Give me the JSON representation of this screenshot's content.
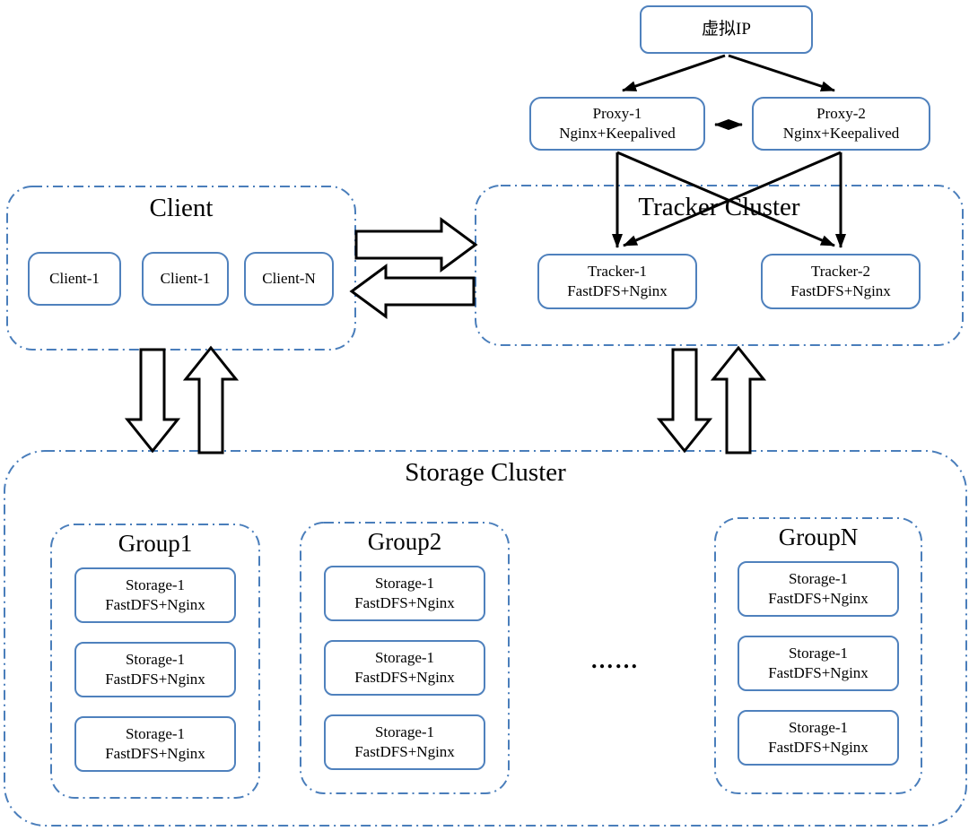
{
  "colors": {
    "box_border": "#4f81bd",
    "cluster_border": "#4a7ebb",
    "arrow": "#000000",
    "background": "#ffffff"
  },
  "diagram": {
    "virtual_ip": {
      "label": "虚拟IP"
    },
    "proxies": [
      {
        "line1": "Proxy-1",
        "line2": "Nginx+Keepalived"
      },
      {
        "line1": "Proxy-2",
        "line2": "Nginx+Keepalived"
      }
    ],
    "client_cluster": {
      "title": "Client",
      "clients": [
        "Client-1",
        "Client-1",
        "Client-N"
      ]
    },
    "tracker_cluster": {
      "title": "Tracker Cluster",
      "trackers": [
        {
          "line1": "Tracker-1",
          "line2": "FastDFS+Nginx"
        },
        {
          "line1": "Tracker-2",
          "line2": "FastDFS+Nginx"
        }
      ]
    },
    "storage_cluster": {
      "title": "Storage Cluster",
      "ellipsis": "……",
      "groups": [
        {
          "title": "Group1",
          "nodes": [
            {
              "line1": "Storage-1",
              "line2": "FastDFS+Nginx"
            },
            {
              "line1": "Storage-1",
              "line2": "FastDFS+Nginx"
            },
            {
              "line1": "Storage-1",
              "line2": "FastDFS+Nginx"
            }
          ]
        },
        {
          "title": "Group2",
          "nodes": [
            {
              "line1": "Storage-1",
              "line2": "FastDFS+Nginx"
            },
            {
              "line1": "Storage-1",
              "line2": "FastDFS+Nginx"
            },
            {
              "line1": "Storage-1",
              "line2": "FastDFS+Nginx"
            }
          ]
        },
        {
          "title": "GroupN",
          "nodes": [
            {
              "line1": "Storage-1",
              "line2": "FastDFS+Nginx"
            },
            {
              "line1": "Storage-1",
              "line2": "FastDFS+Nginx"
            },
            {
              "line1": "Storage-1",
              "line2": "FastDFS+Nginx"
            }
          ]
        }
      ]
    }
  }
}
